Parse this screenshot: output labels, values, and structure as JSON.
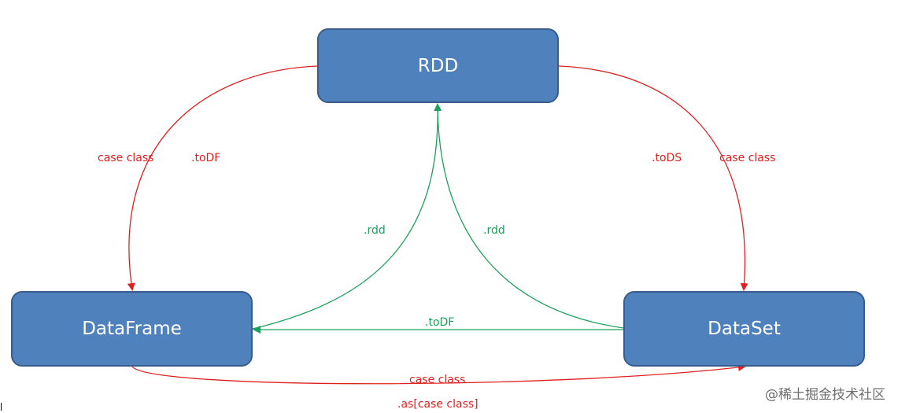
{
  "colors": {
    "node_fill": "#4f81bd",
    "node_border": "#385d8a",
    "node_text": "#ffffff",
    "red_edge": "#e02020",
    "green_edge": "#1aa05a"
  },
  "nodes": {
    "rdd": "RDD",
    "dataframe": "DataFrame",
    "dataset": "DataSet"
  },
  "edges": [
    {
      "from": "RDD",
      "to": "DataFrame",
      "color": "red",
      "labels": [
        "case class",
        ".toDF"
      ]
    },
    {
      "from": "RDD",
      "to": "DataSet",
      "color": "red",
      "labels": [
        ".toDS",
        "case class"
      ]
    },
    {
      "from": "DataFrame",
      "to": "RDD",
      "color": "green",
      "labels": [
        ".rdd"
      ]
    },
    {
      "from": "DataSet",
      "to": "RDD",
      "color": "green",
      "labels": [
        ".rdd"
      ]
    },
    {
      "from": "DataSet",
      "to": "DataFrame",
      "color": "green",
      "labels": [
        ".toDF"
      ]
    },
    {
      "from": "DataFrame",
      "to": "DataSet",
      "color": "red",
      "labels": [
        "case class",
        ".as[case class]"
      ]
    }
  ],
  "watermark": "@稀土掘金技术社区"
}
